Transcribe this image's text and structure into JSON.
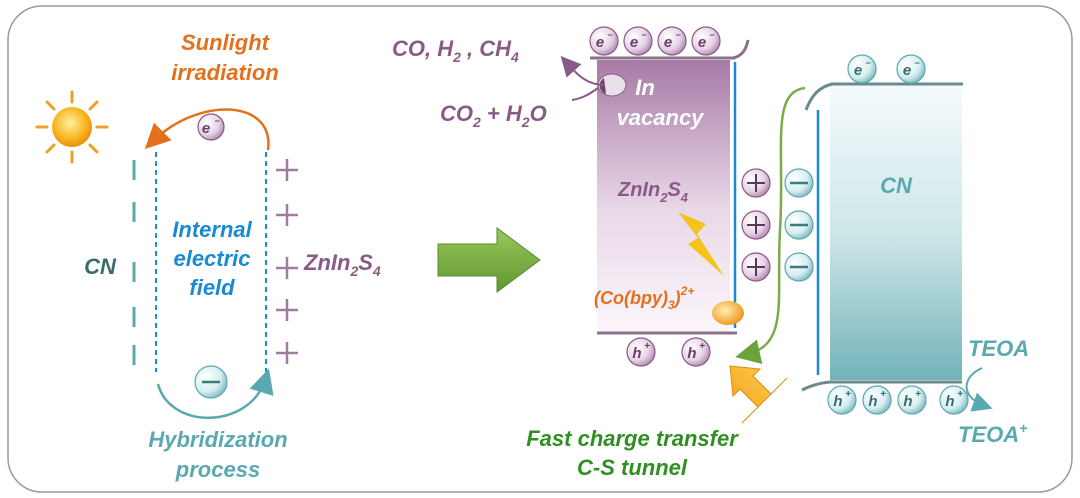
{
  "left_panel": {
    "sunlight_label": [
      "Sunlight",
      "irradiation"
    ],
    "electron": "e",
    "electron_sup": "−",
    "cn_label": "CN",
    "field_label": [
      "Internal",
      "electric",
      "field"
    ],
    "zis_main": "ZnIn",
    "zis_sub": "2",
    "zis_s": "S",
    "zis_sub2": "4",
    "hybridization_label": [
      "Hybridization",
      "process"
    ]
  },
  "right_panel": {
    "products": {
      "a": "CO, H",
      "sub1": "2",
      "b": " , CH",
      "sub2": "4"
    },
    "reactants": {
      "a": "CO",
      "sub1": "2",
      "b": " + H",
      "sub2": "2",
      "c": "O"
    },
    "vacancy_label": [
      "In",
      "vacancy"
    ],
    "zis_main": "ZnIn",
    "zis_sub": "2",
    "zis_s": "S",
    "zis_sub2": "4",
    "cocatalyst": {
      "a": "(Co(bpy)",
      "sub": "3",
      "b": ")",
      "sup": "2+"
    },
    "cn_label": "CN",
    "teoa": "TEOA",
    "teoa_plus": "TEOA",
    "teoa_plus_sup": "+",
    "electron": "e",
    "electron_sup": "−",
    "hole": "h",
    "hole_sup": "+",
    "transfer_label": [
      "Fast charge transfer",
      "C-S tunnel"
    ]
  },
  "colors": {
    "purple": "#8a5a86",
    "orange": "#e5701b",
    "blue": "#1a8ad6",
    "teal": "#5aa8b0",
    "green": "#2f8f22",
    "dark_teal": "#3a6b6e"
  }
}
